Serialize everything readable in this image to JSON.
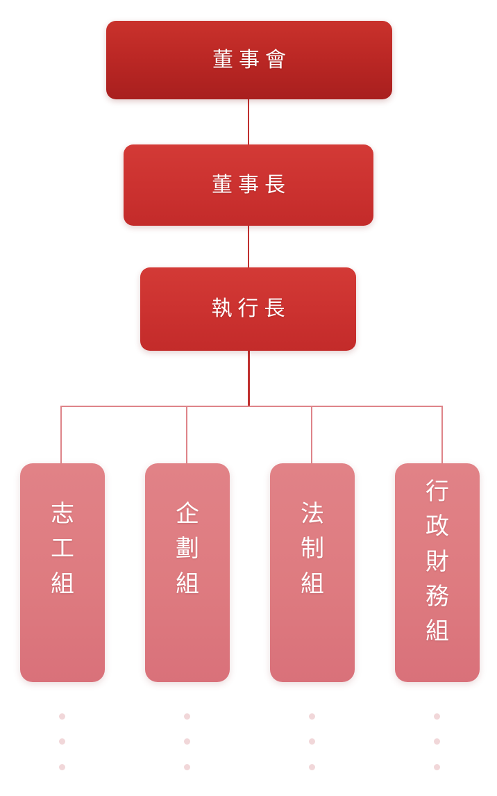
{
  "org_chart": {
    "type": "hierarchy",
    "orientation": "top-down",
    "background_color": "#ffffff",
    "levels": [
      {
        "level": 1,
        "nodes": [
          {
            "id": "board",
            "label": "董事會",
            "text_direction": "horizontal",
            "fill_top": "#c9322c",
            "fill_bottom": "#a81f1e",
            "text_color": "#ffffff"
          }
        ]
      },
      {
        "level": 2,
        "nodes": [
          {
            "id": "chairman",
            "label": "董事長",
            "text_direction": "horizontal",
            "fill_top": "#d33a36",
            "fill_bottom": "#c32b2a",
            "text_color": "#ffffff"
          }
        ]
      },
      {
        "level": 3,
        "nodes": [
          {
            "id": "ceo",
            "label": "執行長",
            "text_direction": "horizontal",
            "fill_top": "#d33a36",
            "fill_bottom": "#c32b2a",
            "text_color": "#ffffff"
          }
        ]
      },
      {
        "level": 4,
        "nodes": [
          {
            "id": "volunteer",
            "label": "志工組",
            "chars": [
              "志",
              "工",
              "組"
            ],
            "text_direction": "vertical",
            "fill_top": "#e18287",
            "fill_bottom": "#d9717a",
            "text_color": "#ffffff",
            "ellipsis_dots": 3
          },
          {
            "id": "planning",
            "label": "企劃組",
            "chars": [
              "企",
              "劃",
              "組"
            ],
            "text_direction": "vertical",
            "fill_top": "#e18287",
            "fill_bottom": "#d9717a",
            "text_color": "#ffffff",
            "ellipsis_dots": 3
          },
          {
            "id": "legal",
            "label": "法制組",
            "chars": [
              "法",
              "制",
              "組"
            ],
            "text_direction": "vertical",
            "fill_top": "#e18287",
            "fill_bottom": "#d9717a",
            "text_color": "#ffffff",
            "ellipsis_dots": 3
          },
          {
            "id": "admin-finance",
            "label": "行政財務組",
            "chars": [
              "行",
              "政",
              "財",
              "務",
              "組"
            ],
            "text_direction": "vertical",
            "fill_top": "#e18287",
            "fill_bottom": "#d9717a",
            "text_color": "#ffffff",
            "ellipsis_dots": 3
          }
        ]
      }
    ],
    "connectors": {
      "color_dark": "#c0302f",
      "color_light": "#de8489"
    }
  }
}
